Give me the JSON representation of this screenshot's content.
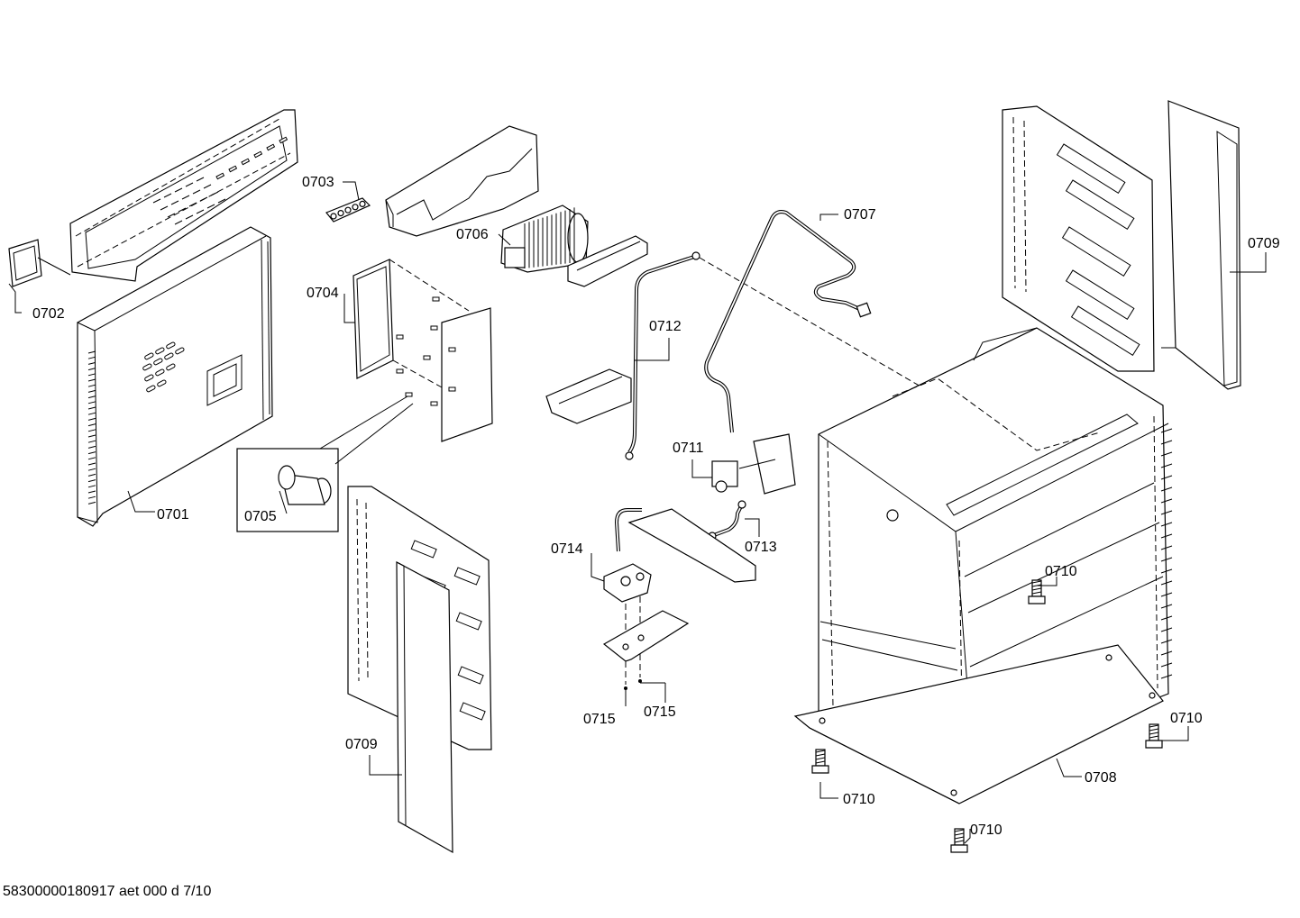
{
  "footer": {
    "document_id": "58300000180917 aet 000 d 7/10"
  },
  "callouts": [
    {
      "id": "c0701",
      "text": "0701"
    },
    {
      "id": "c0702",
      "text": "0702"
    },
    {
      "id": "c0703",
      "text": "0703"
    },
    {
      "id": "c0704",
      "text": "0704"
    },
    {
      "id": "c0705",
      "text": "0705"
    },
    {
      "id": "c0706",
      "text": "0706"
    },
    {
      "id": "c0707",
      "text": "0707"
    },
    {
      "id": "c0708",
      "text": "0708"
    },
    {
      "id": "c0709a",
      "text": "0709"
    },
    {
      "id": "c0709b",
      "text": "0709"
    },
    {
      "id": "c0710a",
      "text": "0710"
    },
    {
      "id": "c0710b",
      "text": "0710"
    },
    {
      "id": "c0710c",
      "text": "0710"
    },
    {
      "id": "c0710d",
      "text": "0710"
    },
    {
      "id": "c0711",
      "text": "0711"
    },
    {
      "id": "c0712",
      "text": "0712"
    },
    {
      "id": "c0713",
      "text": "0713"
    },
    {
      "id": "c0714",
      "text": "0714"
    },
    {
      "id": "c0715a",
      "text": "0715"
    },
    {
      "id": "c0715b",
      "text": "0715"
    }
  ]
}
